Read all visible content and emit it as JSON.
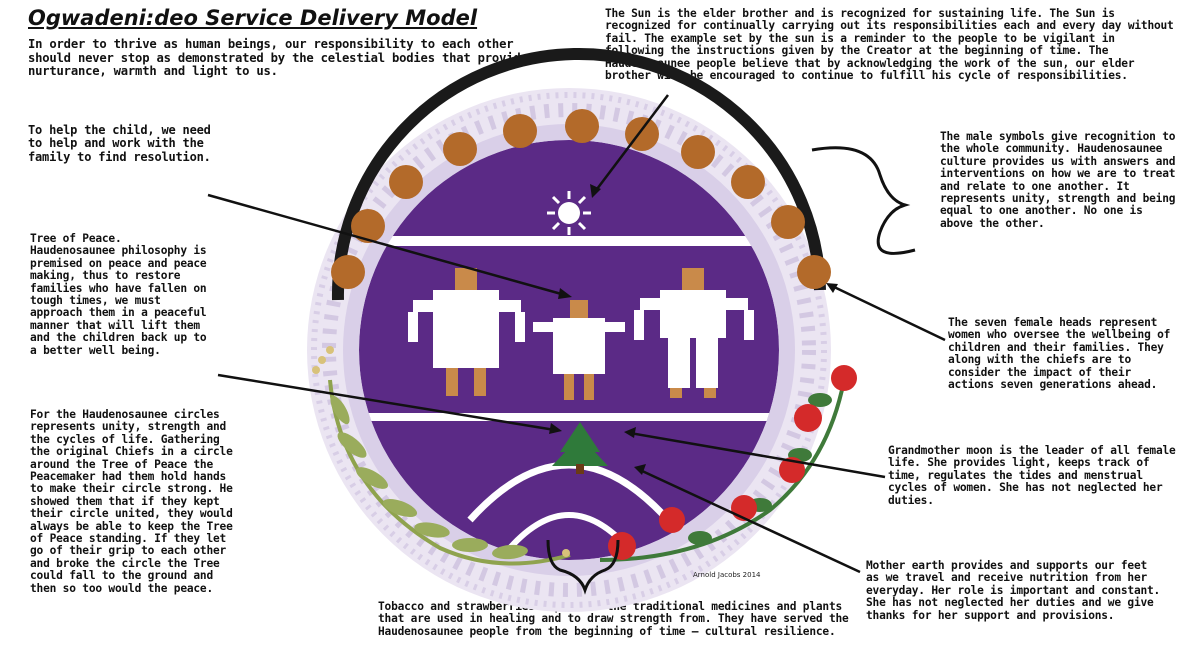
{
  "title": "Ogwadeni:deo Service Delivery Model",
  "intro": "In order to thrive as human beings, our responsibility to each other should never stop as demonstrated by the celestial bodies that provide nurturance, warmth and light to us.",
  "annotations": {
    "sun": "The Sun is the elder brother and is recognized for sustaining life. The Sun is recognized for continually carrying out its responsibilities each and every day without fail. The example set by the sun is a reminder to the people to be vigilant in following the instructions given by the Creator at the beginning of time. The Haudenosaunee people believe that by acknowledging the work of the sun, our elder brother will be encouraged to continue to fulfill his cycle of responsibilities.",
    "child": "To help the child, we need to help and work with the family to find resolution.",
    "tree_of_peace": "Tree of Peace. Haudenosaunee philosophy is premised on peace and peace making, thus to restore families who have fallen on tough times, we must approach them in a peaceful manner that will lift them and the children back up to a better well being.",
    "circles": "For the Haudenosaunee circles represents unity, strength and the cycles of life. Gathering the original Chiefs in a circle around the Tree of Peace the Peacemaker had them hold hands to make their circle strong. He showed them that if they kept their circle united, they would always be able to keep the Tree of Peace standing. If they let go of their grip to each other and broke the circle the Tree could fall to the ground and then so too would the peace.",
    "male_symbols": "The male symbols give recognition to the whole community. Haudenosaunee culture provides us with answers and interventions on how we are to treat and relate to one another. It represents unity, strength and being equal to one another. No one is above the other.",
    "female_heads": "The seven female heads represent women who oversee the wellbeing of children and their families. They along with the chiefs are to consider the impact of their actions seven generations ahead.",
    "moon": "Grandmother moon is the leader of all female life. She provides light, keeps track of time, regulates the tides and menstrual cycles of women. She has not neglected her duties.",
    "earth": "Mother earth provides and supports our feet as we travel and receive nutrition from her everyday. Her role is important and constant. She has not neglected her duties and we give thanks for her support and provisions.",
    "tobacco": "Tobacco and strawberries represent the traditional medicines and plants that are used in healing and to draw strength from. They have served the Haudenosaunee people from the beginning of time — cultural resilience."
  },
  "credit": "Arnold Jacobs 2014",
  "colors": {
    "purple": "#5b2a86",
    "lavender": "#d9cfe8",
    "outer_ring": "#e4ddee",
    "female_head": "#b36a2a",
    "vine": "#8fa34e",
    "strawberry": "#d42a2a"
  },
  "icons": [
    "sun-icon",
    "tree-icon",
    "moon-arc-icon",
    "earth-arc-icon",
    "figure-icon",
    "female-head-icon",
    "strawberry-icon",
    "tobacco-icon",
    "brace-icon"
  ]
}
